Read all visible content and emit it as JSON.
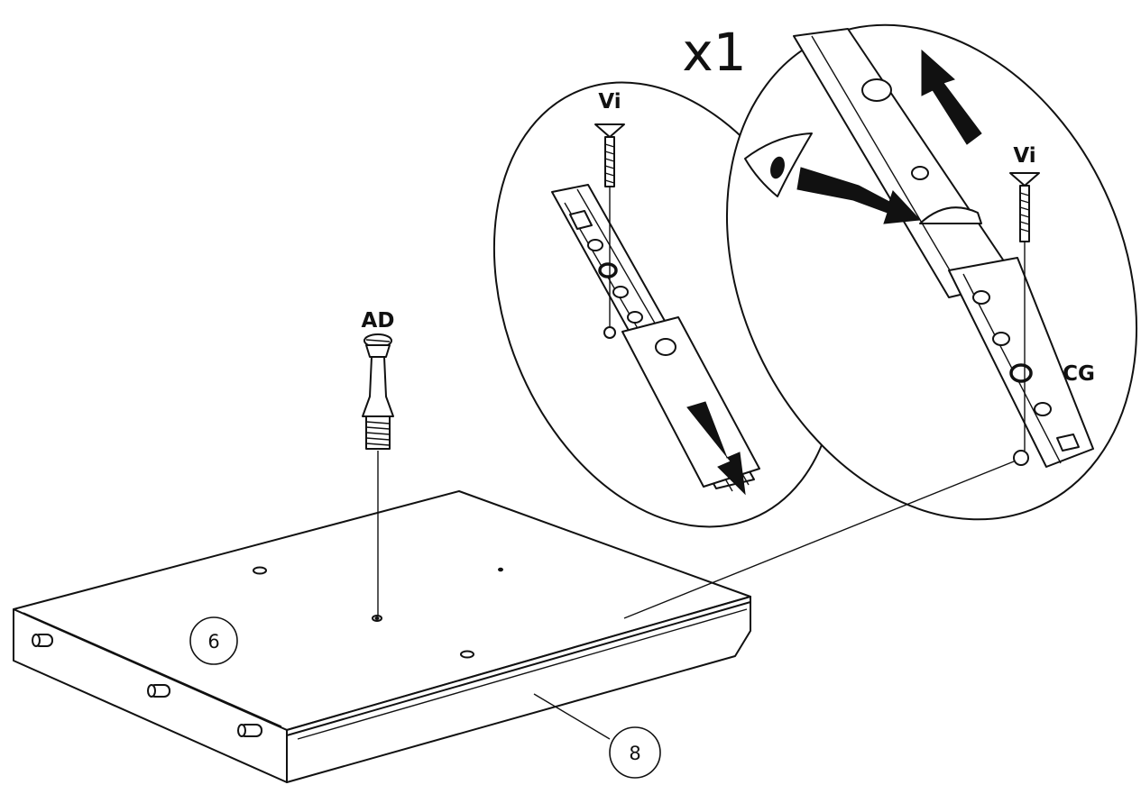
{
  "quantity_label": "x1",
  "parts": {
    "dowel": "AD",
    "screw_left": "Vi",
    "screw_right": "Vi",
    "runner": "CG"
  },
  "callouts": {
    "panel": "6",
    "front": "8"
  },
  "icons": {
    "eye": "eye-icon",
    "arrow_down": "arrow-down-icon",
    "arrow_up": "arrow-up-icon",
    "pointer": "pointer-arrow-icon"
  }
}
